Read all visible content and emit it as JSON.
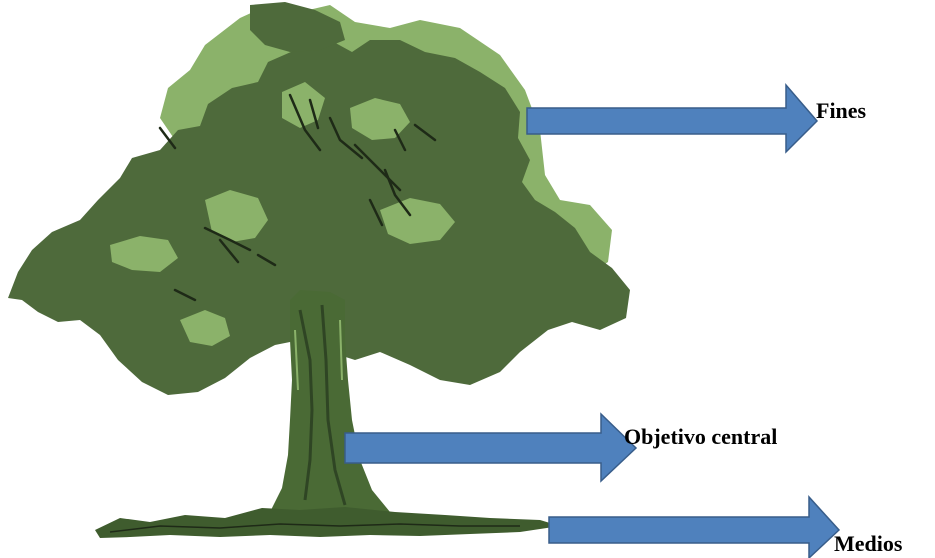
{
  "diagram": {
    "labels": {
      "fines": "Fines",
      "objetivo_central": "Objetivo central",
      "medios": "Medios"
    },
    "colors": {
      "foliage_dark": "#4e6a3b",
      "foliage_light": "#8bb26a",
      "trunk": "#4a6a35",
      "trunk_dark": "#2f4524",
      "ground": "#3f5c2e",
      "arrow_fill": "#4f81bd",
      "arrow_stroke": "#385d8a",
      "branch": "#1e2a17"
    }
  }
}
